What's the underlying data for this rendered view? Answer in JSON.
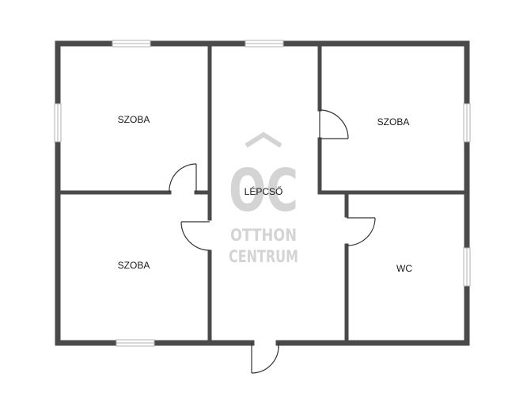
{
  "floorplan": {
    "rooms": [
      {
        "id": "room-1",
        "label": "SZOBA"
      },
      {
        "id": "room-2",
        "label": "SZOBA"
      },
      {
        "id": "room-3",
        "label": "SZOBA"
      },
      {
        "id": "stairs",
        "label": "LÉPCSŐ"
      },
      {
        "id": "wc",
        "label": "WC"
      }
    ]
  },
  "watermark": {
    "logo": "OC",
    "line1": "OTTHON",
    "line2": "CENTRUM"
  },
  "colors": {
    "wall": "#4a4a4a",
    "window": "#b3b3b3",
    "door": "#333333",
    "watermark": "#d4d4d4"
  }
}
